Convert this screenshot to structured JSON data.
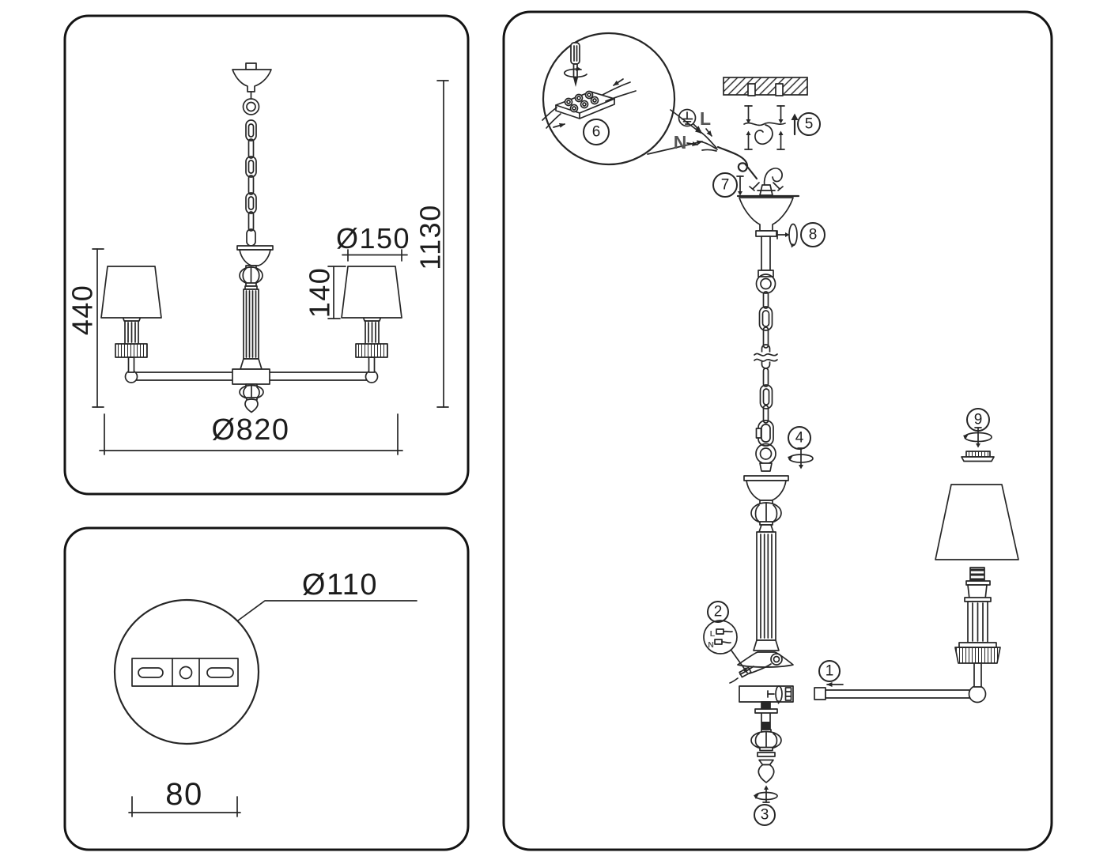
{
  "front_view_panel": {
    "shade_diameter_label": "Ø150",
    "shade_height_label": "140",
    "body_height_label": "440",
    "overall_height_label": "1130",
    "overall_diameter_label": "Ø820"
  },
  "mount_detail_panel": {
    "canopy_diameter_label": "Ø110",
    "hole_spacing_label": "80"
  },
  "assembly_panel": {
    "wire_live_label": "L",
    "wire_neutral_label": "N",
    "callout_live_label": "L",
    "callout_neutral_label": "N",
    "steps": [
      "1",
      "2",
      "3",
      "4",
      "5",
      "6",
      "7",
      "8",
      "9"
    ]
  }
}
